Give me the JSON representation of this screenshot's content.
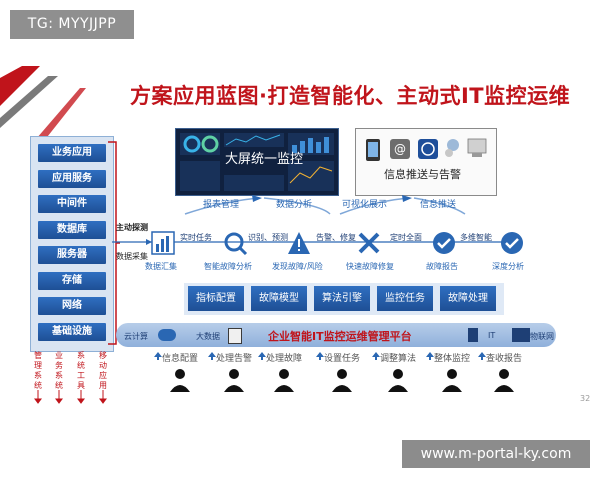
{
  "tag": "TG: MYYJJPP",
  "watermark": "www.m-portal-ky.com",
  "page_number": "32",
  "title": "方案应用蓝图·打造智能化、主动式IT监控运维",
  "stack": [
    "业务应用",
    "应用服务",
    "中间件",
    "数据库",
    "服务器",
    "存储",
    "网络",
    "基础设施"
  ],
  "vertical_labels": [
    "管理系统",
    "业务系统",
    "系统工具",
    "移动应用"
  ],
  "dashboard_title": "大屏统一监控",
  "notify_title": "信息推送与告警",
  "top_outputs": [
    "报表管理",
    "数据分析",
    "可视化展示",
    "信息推送"
  ],
  "left_labels": {
    "active": "主动探测",
    "collect": "数据采集"
  },
  "process_labels": [
    "实时任务",
    "识别、预测",
    "告警、修复",
    "定时全面",
    "多维智能"
  ],
  "nodes": [
    "数据汇集",
    "智能故障分析",
    "发现故障/风险",
    "快速故障修复",
    "故障报告",
    "深度分析"
  ],
  "modules": [
    "指标配置",
    "故障模型",
    "算法引擎",
    "监控任务",
    "故障处理"
  ],
  "platform": {
    "title": "企业智能IT监控运维管理平台",
    "left1": "云计算",
    "left2": "大数据",
    "right1": "IT",
    "right2": "物联网"
  },
  "roles": [
    "信息配置",
    "处理告警",
    "处理故障",
    "设置任务",
    "调整算法",
    "整体监控",
    "查收报告"
  ],
  "colors": {
    "title_red": "#c0141b",
    "blue": "#2a67b3",
    "dark_blue": "#1e4f95"
  }
}
